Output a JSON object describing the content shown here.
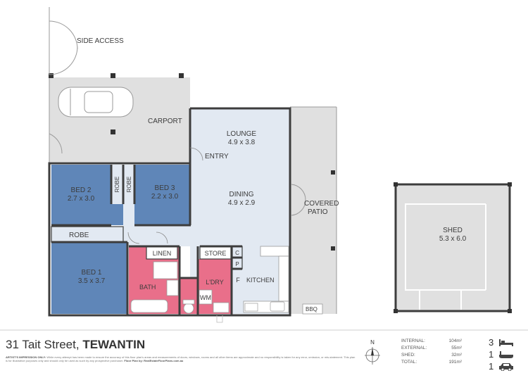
{
  "site": {
    "side_access": "SIDE ACCESS",
    "carport": "CARPORT",
    "covered_patio_1": "COVERED",
    "covered_patio_2": "PATIO",
    "bbq": "BBQ"
  },
  "rooms": {
    "lounge_name": "LOUNGE",
    "lounge_dim": "4.9 x 3.8",
    "entry": "ENTRY",
    "dining_name": "DINING",
    "dining_dim": "4.9 x 2.9",
    "bed2_name": "BED 2",
    "bed2_dim": "2.7 x 3.0",
    "bed3_name": "BED 3",
    "bed3_dim": "2.2 x 3.0",
    "robe_a": "ROBE",
    "robe_b": "ROBE",
    "robe_c": "ROBE",
    "bed1_name": "BED 1",
    "bed1_dim": "3.5 x 3.7",
    "linen": "LINEN",
    "store": "STORE",
    "c": "C",
    "p": "P",
    "f": "F",
    "kitchen": "KITCHEN",
    "bath": "BATH",
    "laundry": "L'DRY",
    "wm": "WM",
    "shed_name": "SHED",
    "shed_dim": "5.3 x 6.0"
  },
  "footer": {
    "address_street": "31 Tait Street,",
    "address_suburb": "TEWANTIN",
    "disclaimer_head": "ARTIST'S IMPRESSION ONLY:",
    "disclaimer": "While every attempt has been made to ensure the accuracy of this floor plan's areas and measurements of doors, windows, rooms and all other items are approximate and no responsibility is taken for any error, omission, or mis-statement. This plan is for illustrative purposes only and should only be used as such by any prospective purchaser.",
    "credit": "Floor Plan by: RealEstateFloorPlans.com.au",
    "compass_n": "N",
    "stats": [
      {
        "label": "INTERNAL:",
        "value": "104m²"
      },
      {
        "label": "EXTERNAL:",
        "value": "55m²"
      },
      {
        "label": "SHED:",
        "value": "32m²"
      },
      {
        "label": "TOTAL:",
        "value": "191m²"
      }
    ],
    "bedrooms": "3",
    "bathrooms": "1",
    "cars": "1"
  },
  "colors": {
    "bedroom": "#5f86b8",
    "wet_area": "#e96f8a",
    "living": "#e2e9f2",
    "outdoor": "#e0e0e0",
    "wall": "#3d3d3d"
  }
}
